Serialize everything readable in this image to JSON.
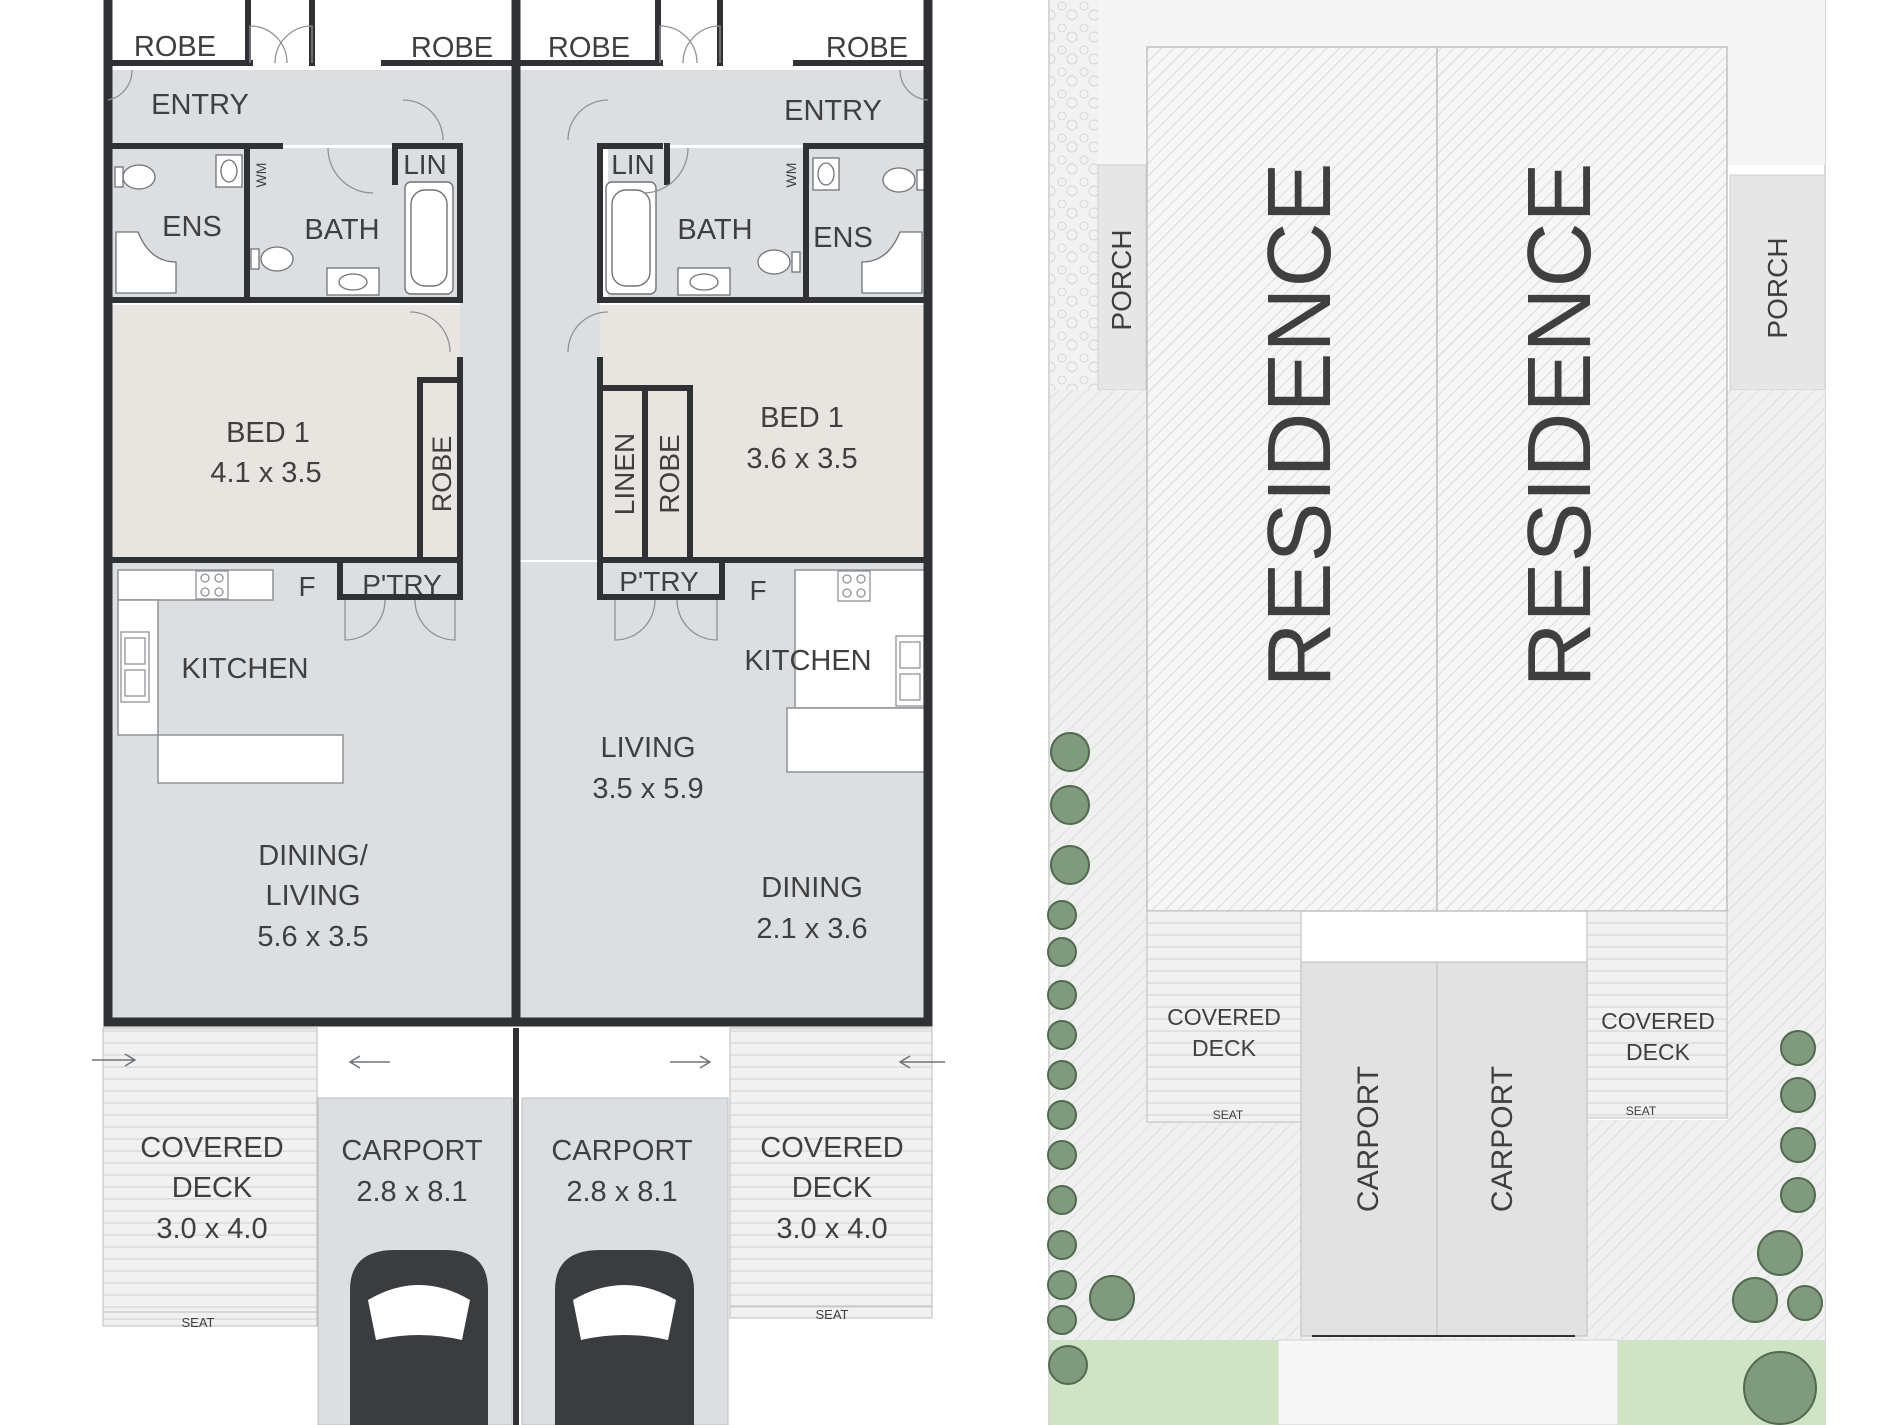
{
  "colors": {
    "room_fill": "#dcdfe2",
    "bed_fill": "#e8e4e0",
    "wall": "#2f3134",
    "deck_fill": "#f1f1f1",
    "deck_line": "#c9c9c9",
    "hatch": "#c8c8c8",
    "paving": "#eeeeee",
    "lawn": "#cfe4c5",
    "shrub": "#6f8a6c",
    "car": "#3a3d40",
    "label": "#3f3f3f"
  },
  "floorplan_left": {
    "robe_a": "ROBE",
    "robe_b": "ROBE",
    "entry": "ENTRY",
    "lin": "LIN",
    "ens": "ENS",
    "wm": "WM",
    "bath": "BATH",
    "bed1_name": "BED 1",
    "bed1_size": "4.1 x 3.5",
    "robe_vertical": "ROBE",
    "pantry": "P'TRY",
    "fridge": "F",
    "kitchen": "KITCHEN",
    "dining_line1": "DINING/",
    "dining_line2": "LIVING",
    "dining_size": "5.6 x 3.5",
    "deck_line1": "COVERED",
    "deck_line2": "DECK",
    "deck_size": "3.0 x 4.0",
    "carport": "CARPORT",
    "carport_size": "2.8 x 8.1",
    "seat": "SEAT"
  },
  "floorplan_right": {
    "robe_a": "ROBE",
    "robe_b": "ROBE",
    "entry": "ENTRY",
    "lin": "LIN",
    "wm": "WM",
    "bath": "BATH",
    "ens": "ENS",
    "linen": "LINEN",
    "robe_vertical": "ROBE",
    "bed1_name": "BED 1",
    "bed1_size": "3.6 x 3.5",
    "pantry": "P'TRY",
    "fridge": "F",
    "kitchen": "KITCHEN",
    "living_name": "LIVING",
    "living_size": "3.5 x 5.9",
    "dining_name": "DINING",
    "dining_size": "2.1 x 3.6",
    "carport": "CARPORT",
    "carport_size": "2.8 x 8.1",
    "deck_line1": "COVERED",
    "deck_line2": "DECK",
    "deck_size": "3.0 x 4.0",
    "seat": "SEAT"
  },
  "siteplan": {
    "porch_left": "PORCH",
    "porch_right": "PORCH",
    "residence_left": "RESIDENCE",
    "residence_right": "RESIDENCE",
    "deck_left_line1": "COVERED",
    "deck_left_line2": "DECK",
    "seat_left": "SEAT",
    "carport_left": "CARPORT",
    "carport_right": "CARPORT",
    "deck_right_line1": "COVERED",
    "deck_right_line2": "DECK",
    "seat_right": "SEAT"
  }
}
